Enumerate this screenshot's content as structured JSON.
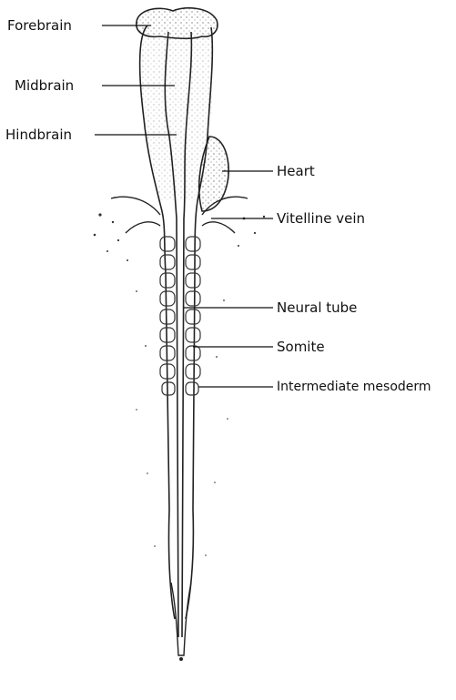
{
  "labels": {
    "forebrain": "Forebrain",
    "midbrain": "Midbrain",
    "hindbrain": "Hindbrain",
    "heart": "Heart",
    "vitelline_vein": "Vitelline vein",
    "neural_tube": "Neural tube",
    "somite": "Somite",
    "intermediate_mesoderm": "Intermediate mesoderm"
  },
  "colors": {
    "ink": "#111111",
    "background": "#ffffff"
  }
}
